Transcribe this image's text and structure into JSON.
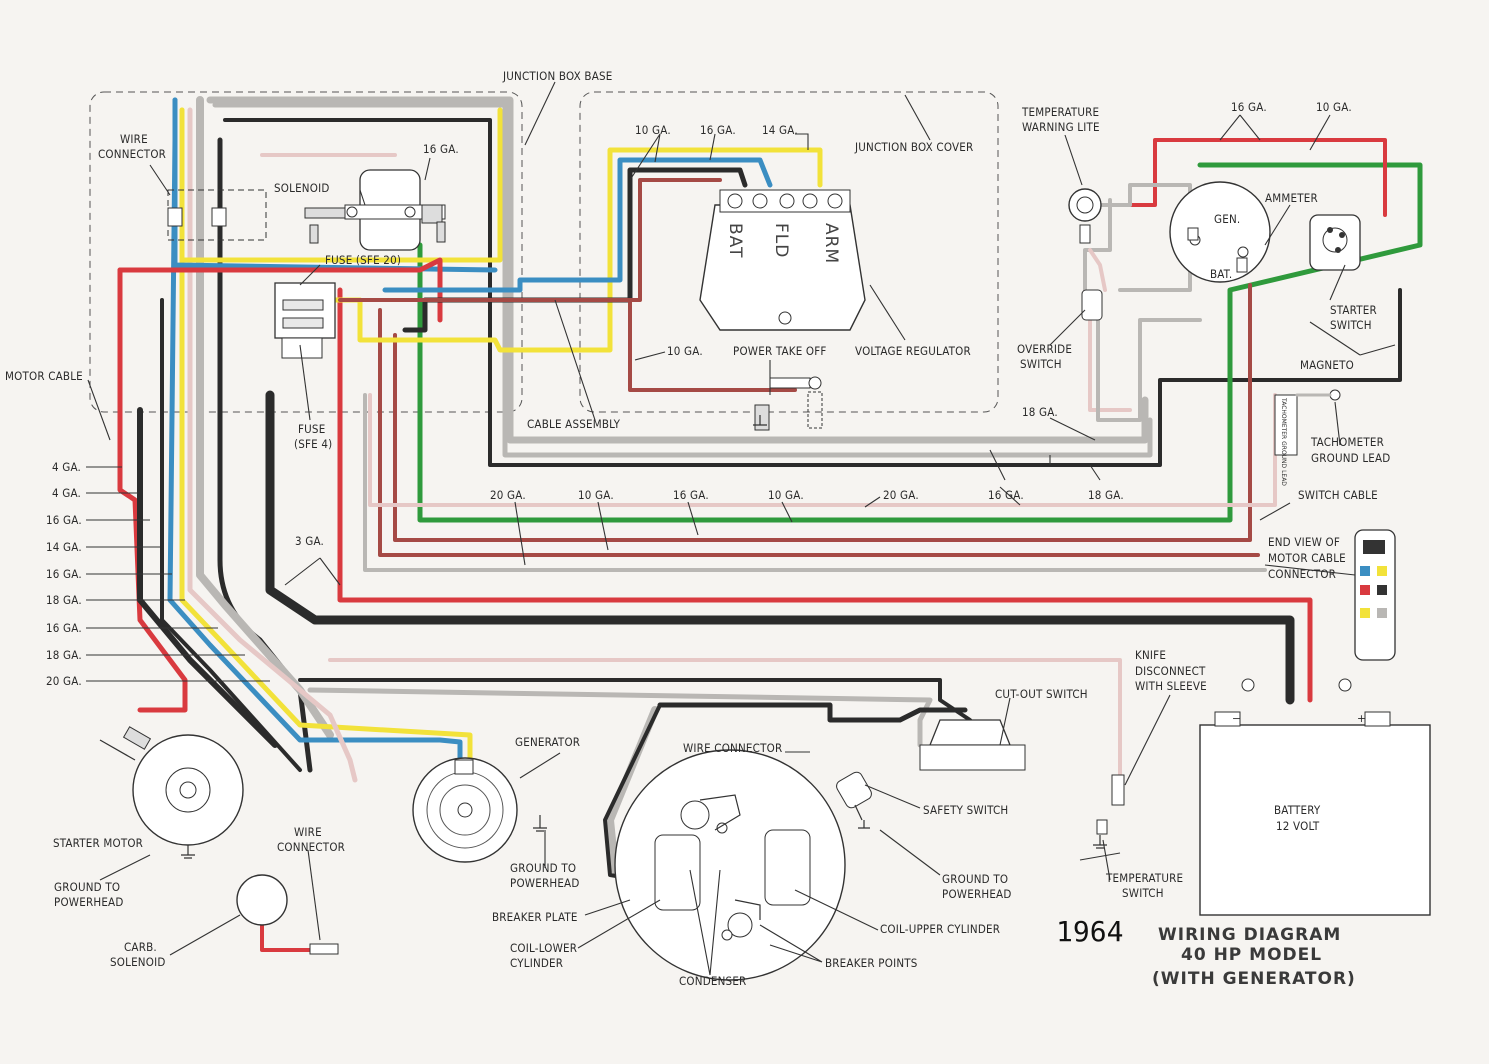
{
  "title": {
    "year": "1964",
    "line1": "WIRING DIAGRAM",
    "line2": "40 HP MODEL",
    "line3": "(WITH GENERATOR)"
  },
  "labels": {
    "junction_box_base": "JUNCTION BOX BASE",
    "junction_box_cover": "JUNCTION BOX COVER",
    "wire_connector_top_1": "WIRE",
    "wire_connector_top_2": "CONNECTOR",
    "solenoid": "SOLENOID",
    "fuse_sfe20": "FUSE (SFE 20)",
    "fuse_sfe4_1": "FUSE",
    "fuse_sfe4_2": "(SFE 4)",
    "motor_cable": "MOTOR CABLE",
    "cable_assembly": "CABLE ASSEMBLY",
    "power_take_off": "POWER TAKE OFF",
    "voltage_regulator": "VOLTAGE REGULATOR",
    "temp_warning_1": "TEMPERATURE",
    "temp_warning_2": "WARNING LITE",
    "ammeter": "AMMETER",
    "gen": "GEN.",
    "bat": "BAT.",
    "starter_switch_1": "STARTER",
    "starter_switch_2": "SWITCH",
    "override_1": "OVERRIDE",
    "override_2": "SWITCH",
    "magneto": "MAGNETO",
    "tach_1": "TACHOMETER",
    "tach_2": "GROUND LEAD",
    "tach_lead_tag": "TACHOMETER GROUND LEAD",
    "switch_cable": "SWITCH CABLE",
    "end_view_1": "END VIEW OF",
    "end_view_2": "MOTOR CABLE",
    "end_view_3": "CONNECTOR",
    "cut_out_switch": "CUT-OUT SWITCH",
    "knife_1": "KNIFE",
    "knife_2": "DISCONNECT",
    "knife_3": "WITH SLEEVE",
    "generator": "GENERATOR",
    "wire_connector_mid": "WIRE CONNECTOR",
    "safety_switch": "SAFETY SWITCH",
    "ground_pwr_gen_1": "GROUND TO",
    "ground_pwr_gen_2": "POWERHEAD",
    "ground_pwr_mid_1": "GROUND TO",
    "ground_pwr_mid_2": "POWERHEAD",
    "ground_pwr_left_1": "GROUND TO",
    "ground_pwr_left_2": "POWERHEAD",
    "temp_switch_1": "TEMPERATURE",
    "temp_switch_2": "SWITCH",
    "battery_1": "BATTERY",
    "battery_2": "12 VOLT",
    "starter_motor": "STARTER MOTOR",
    "wire_conn_bottom_1": "WIRE",
    "wire_conn_bottom_2": "CONNECTOR",
    "carb_1": "CARB.",
    "carb_2": "SOLENOID",
    "breaker_plate": "BREAKER PLATE",
    "coil_lower_1": "COIL-LOWER",
    "coil_lower_2": "CYLINDER",
    "coil_upper": "COIL-UPPER CYLINDER",
    "breaker_points": "BREAKER POINTS",
    "condenser": "CONDENSER"
  },
  "regulator_terms": {
    "arm": "ARM",
    "fld": "FLD",
    "bat": "BAT"
  },
  "gauges": {
    "g_16a": "16 GA.",
    "g_10a": "10 GA.",
    "g_16b": "16 GA.",
    "g_14a": "14 GA.",
    "g_10b": "10 GA.",
    "g_16c": "16 GA.",
    "g_10c": "10 GA.",
    "g_18a": "18 GA.",
    "g_20b": "20 GA.",
    "g_10d": "10 GA.",
    "g_16d": "16 GA.",
    "g_10e": "10 GA.",
    "g_20c": "20 GA.",
    "g_16e": "16 GA.",
    "g_18b": "18 GA.",
    "g_3": "3 GA."
  },
  "left_gauges": [
    "4 GA.",
    "4 GA.",
    "16 GA.",
    "14 GA.",
    "16 GA.",
    "18 GA.",
    "16 GA.",
    "18 GA.",
    "20 GA."
  ],
  "battery_terms": {
    "neg": "−",
    "pos": "+"
  },
  "colors": {
    "red": "#d93a3f",
    "black": "#2b2b2b",
    "blue": "#3b8ec2",
    "yellow": "#f2e23a",
    "green": "#2f9a3c",
    "brown": "#a54a45",
    "gray": "#b9b7b4",
    "pink": "#e6c8c6",
    "outline": "#333333"
  }
}
